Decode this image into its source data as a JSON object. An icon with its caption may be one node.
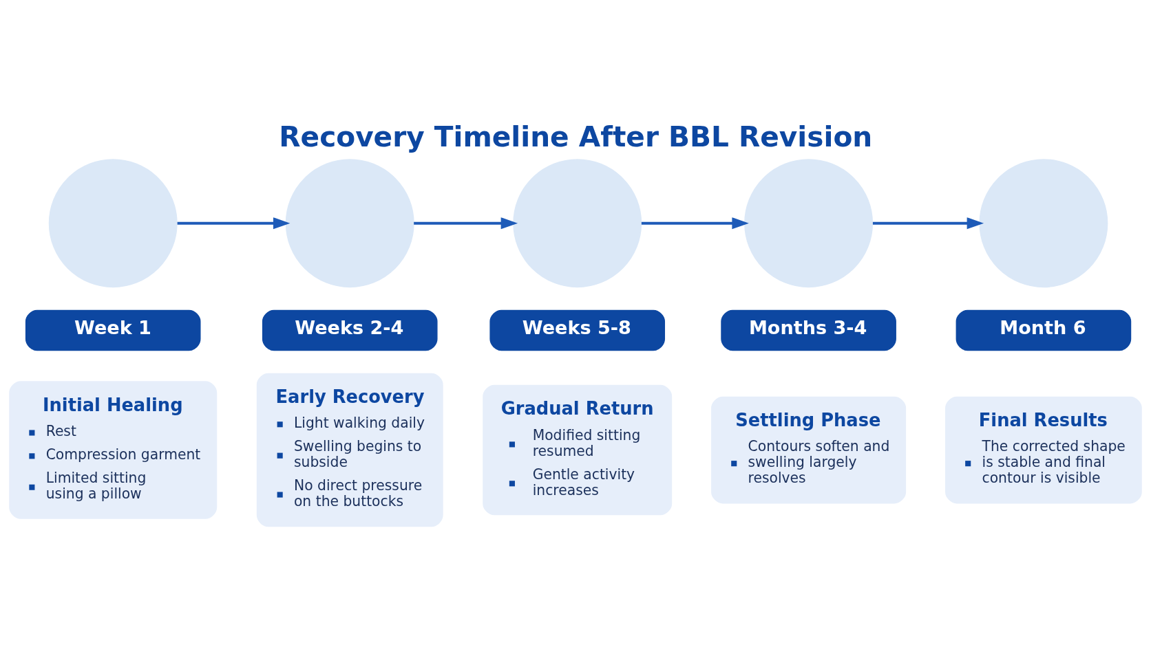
{
  "diagram": {
    "title": "Recovery Timeline After BBL Revision",
    "nodes": [
      {
        "text": [],
        "shape": "circle"
      },
      {
        "text": [],
        "shape": "circle"
      },
      {
        "text": [],
        "shape": "circle"
      },
      {
        "text": [],
        "shape": "circle"
      },
      {
        "text": [],
        "shape": "circle"
      },
      {
        "text": [
          "Week 1"
        ]
      },
      {
        "text": [
          "Weeks 2-4"
        ]
      },
      {
        "text": [
          "Weeks 5-8"
        ]
      },
      {
        "text": [
          "Months 3-4"
        ]
      },
      {
        "text": [
          "Month 6"
        ]
      },
      {
        "text": [
          "Initial Healing",
          "Rest",
          "Compression garment",
          "Limited sitting using a pillow"
        ]
      },
      {
        "text": [
          "Early Recovery",
          "Light walking daily",
          "Swelling begins to subside",
          "No direct pressure on the buttocks"
        ]
      },
      {
        "text": [
          "Gradual Return",
          "Modified sitting resumed",
          "Gentle activity increases"
        ]
      },
      {
        "text": [
          "Settling Phase",
          "Contours soften and swelling largely resolves"
        ]
      },
      {
        "text": [
          "Final Results",
          "The corrected shape is stable and final contour is visible"
        ]
      }
    ],
    "edges": [
      {
        "from": 0,
        "to": 1,
        "arrow": "to"
      },
      {
        "from": 1,
        "to": 2,
        "arrow": "to"
      },
      {
        "from": 2,
        "to": 3,
        "arrow": "to"
      },
      {
        "from": 3,
        "to": 4,
        "arrow": "to"
      }
    ]
  }
}
